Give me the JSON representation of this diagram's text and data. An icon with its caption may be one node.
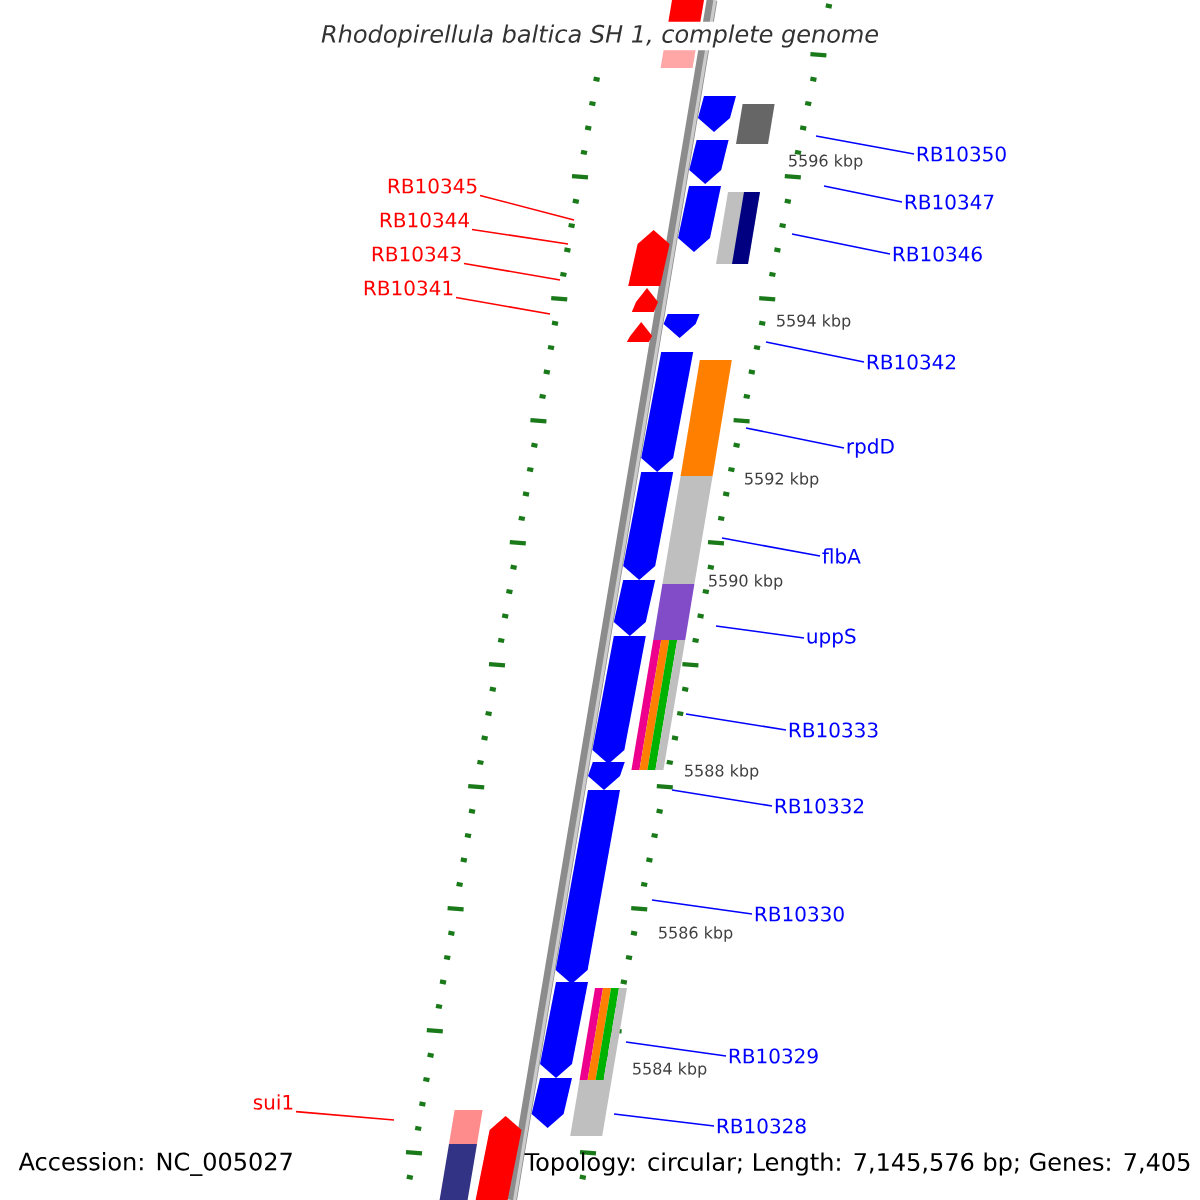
{
  "diagram": {
    "title": "Rhodopirellula baltica SH 1, complete genome",
    "nodes": [
      {
        "text": [
          "RB10350"
        ]
      },
      {
        "text": [
          "RB10345"
        ]
      },
      {
        "text": [
          "RB10347"
        ]
      },
      {
        "text": [
          "RB10344"
        ]
      },
      {
        "text": [
          "RB10346"
        ]
      },
      {
        "text": [
          "RB10343"
        ]
      },
      {
        "text": [
          "RB10341"
        ]
      },
      {
        "text": [
          "RB10342"
        ]
      },
      {
        "text": [
          "rpdD"
        ]
      },
      {
        "text": [
          "flbA"
        ]
      },
      {
        "text": [
          "uppS"
        ]
      },
      {
        "text": [
          "RB10333"
        ]
      },
      {
        "text": [
          "RB10332"
        ]
      },
      {
        "text": [
          "RB10330"
        ]
      },
      {
        "text": [
          "RB10329"
        ]
      },
      {
        "text": [
          "sui1"
        ]
      },
      {
        "text": [
          "RB10328"
        ]
      }
    ],
    "edges": [
      {
        "from": 0,
        "to": null,
        "arrow": "none"
      },
      {
        "from": 1,
        "to": null,
        "arrow": "none",
        "color": "#ff0000"
      },
      {
        "from": 2,
        "to": null,
        "arrow": "none"
      },
      {
        "from": 3,
        "to": null,
        "arrow": "none",
        "color": "#ff0000"
      },
      {
        "from": 4,
        "to": null,
        "arrow": "none"
      },
      {
        "from": 5,
        "to": null,
        "arrow": "none",
        "color": "#ff0000"
      },
      {
        "from": 6,
        "to": null,
        "arrow": "none",
        "color": "#ff0000"
      },
      {
        "from": 7,
        "to": null,
        "arrow": "none"
      },
      {
        "from": 8,
        "to": null,
        "arrow": "none"
      },
      {
        "from": 9,
        "to": null,
        "arrow": "none"
      },
      {
        "from": 10,
        "to": null,
        "arrow": "none"
      },
      {
        "from": 11,
        "to": null,
        "arrow": "none"
      },
      {
        "from": 12,
        "to": null,
        "arrow": "none"
      },
      {
        "from": 13,
        "to": null,
        "arrow": "none"
      },
      {
        "from": 14,
        "to": null,
        "arrow": "none"
      },
      {
        "from": 15,
        "to": null,
        "arrow": "none",
        "color": "#ff0000"
      },
      {
        "from": 16,
        "to": null,
        "arrow": "none"
      }
    ],
    "labels": [
      "5596 kbp",
      "5594 kbp",
      "5592 kbp",
      "5590 kbp",
      "5588 kbp",
      "5586 kbp",
      "5584 kbp",
      "Accession: NC_005027",
      "Topology: circular; Length: 7,145,576 bp; Genes: 7,405"
    ]
  }
}
